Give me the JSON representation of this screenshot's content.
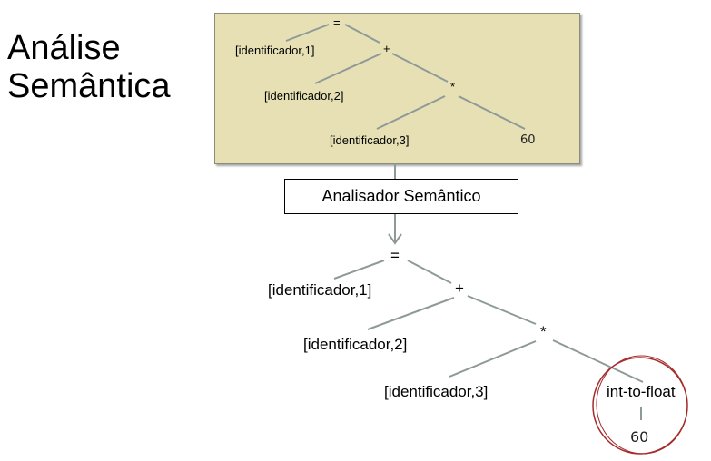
{
  "title": {
    "line1": "Análise",
    "line2": "Semântica"
  },
  "top_tree": {
    "eq": "=",
    "id1": "[identificador,1]",
    "plus": "+",
    "id2": "[identificador,2]",
    "mul": "*",
    "id3": "[identificador,3]",
    "num": "60"
  },
  "analyzer": {
    "label": "Analisador Semântico"
  },
  "bottom_tree": {
    "eq": "=",
    "id1": "[identificador,1]",
    "plus": "+",
    "id2": "[identificador,2]",
    "mul": "*",
    "id3": "[identificador,3]",
    "conv": "int-to-float",
    "num": "60"
  },
  "colors": {
    "box_fill": "#e6e0b4",
    "edge": "#8e9a98",
    "highlight_circle": "#a52a2a"
  }
}
